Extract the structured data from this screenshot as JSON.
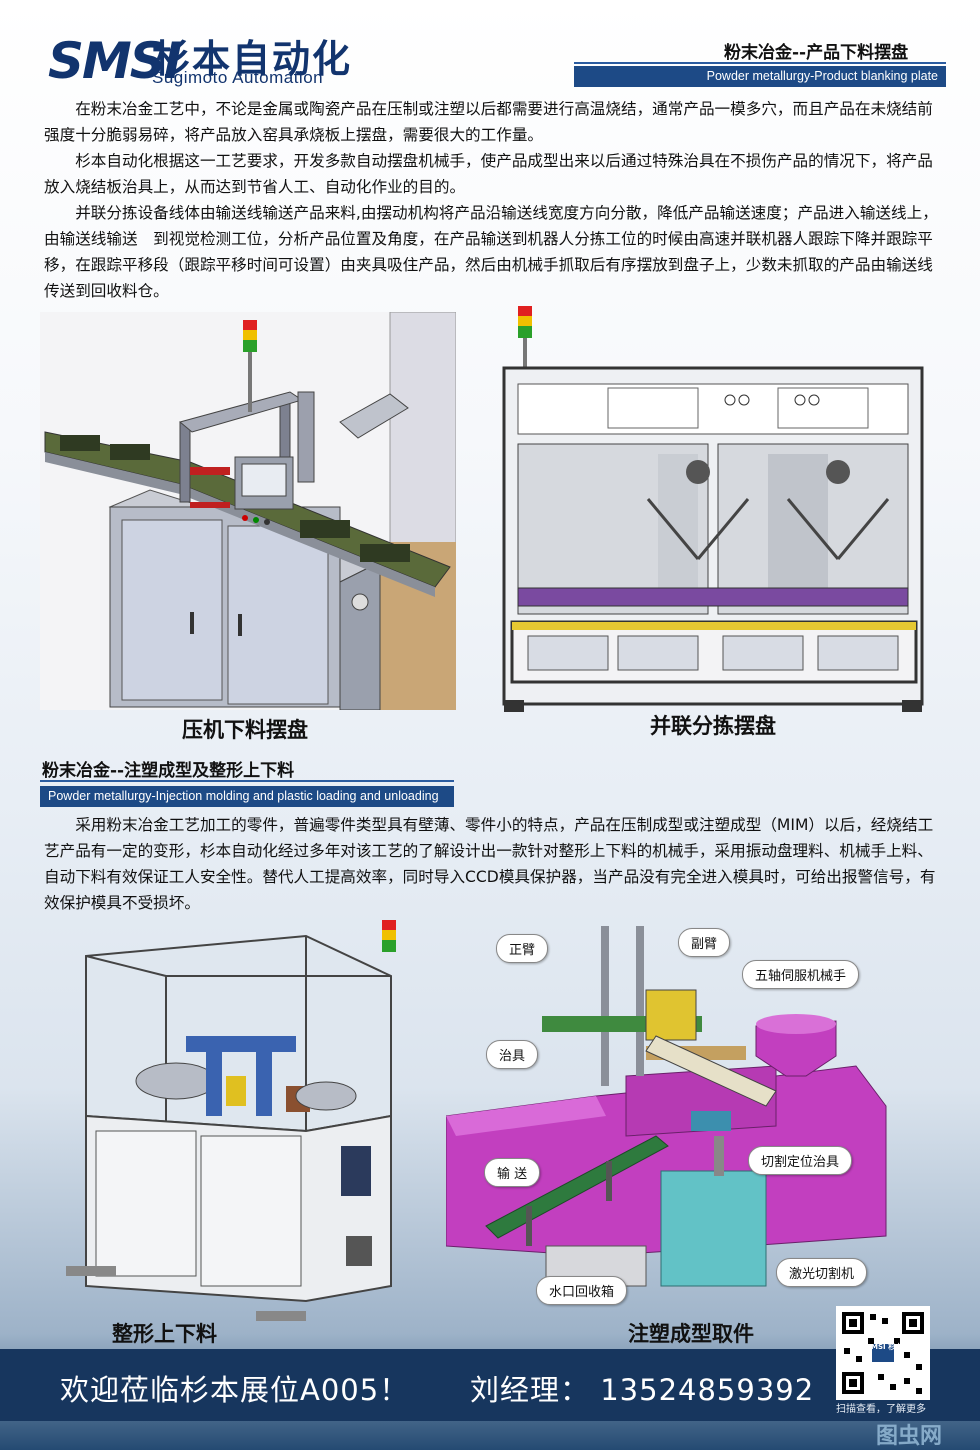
{
  "header": {
    "logo_mark": "SMSI",
    "company_cn": "杉本自动化",
    "company_en": "Sugimoto Automation"
  },
  "section1": {
    "title": "粉末冶金--产品下料摆盘",
    "subtitle_en": "Powder metallurgy-Product blanking plate",
    "paragraphs": [
      "在粉末冶金工艺中，不论是金属或陶瓷产品在压制或注塑以后都需要进行高温烧结，通常产品一模多穴，而且产品在未烧结前强度十分脆弱易碎，将产品放入窑具承烧板上摆盘，需要很大的工作量。",
      "杉本自动化根据这一工艺要求，开发多款自动摆盘机械手，使产品成型出来以后通过特殊治具在不损伤产品的情况下，将产品放入烧结板治具上，从而达到节省人工、自动化作业的目的。",
      "并联分拣设备线体由输送线输送产品来料,由摆动机构将产品沿输送线宽度方向分散，降低产品输送速度；产品进入输送线上，由输送线输送　到视觉检测工位，分析产品位置及角度，在产品输送到机器人分拣工位的时候由高速并联机器人跟踪下降并跟踪平移，在跟踪平移段（跟踪平移时间可设置）由夹具吸住产品，然后由机械手抓取后有序摆放到盘子上，少数未抓取的产品由输送线传送到回收料仓。"
    ],
    "images": [
      {
        "caption": "压机下料摆盘"
      },
      {
        "caption": "并联分拣摆盘"
      }
    ]
  },
  "section2": {
    "title": "粉末冶金--注塑成型及整形上下料",
    "subtitle_en": "Powder metallurgy-Injection molding and plastic loading and unloading",
    "paragraph": "采用粉末冶金工艺加工的零件，普遍零件类型具有壁薄、零件小的特点，产品在压制成型或注塑成型（MIM）以后，经烧结工艺产品有一定的变形，杉本自动化经过多年对该工艺的了解设计出一款针对整形上下料的机械手，采用振动盘理料、机械手上料、自动下料有效保证工人安全性。替代人工提高效率，同时导入CCD模具保护器，当产品没有完全进入模具时，可给出报警信号，有效保护模具不受损坏。",
    "images": [
      {
        "caption": "整形上下料"
      },
      {
        "caption": "注塑成型取件"
      }
    ],
    "callouts": {
      "main_arm": "正臂",
      "sub_arm": "副臂",
      "servo_robot": "五轴伺服机械手",
      "fixture": "治具",
      "conveyor": "输 送",
      "cut_fixture": "切割定位治具",
      "sprue_bin": "水口回收箱",
      "laser_cutter": "激光切割机"
    }
  },
  "footer": {
    "welcome": "欢迎莅临杉本展位A005！",
    "contact": "刘经理：  13524859392",
    "qr_caption": "扫描查看，了解更多",
    "qr_logo": "SMSI 杉本"
  },
  "watermark": "图虫网"
}
